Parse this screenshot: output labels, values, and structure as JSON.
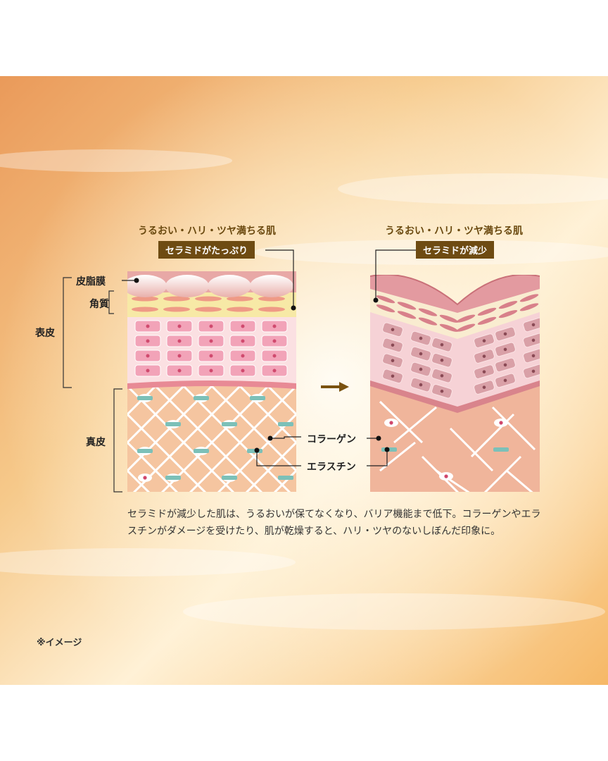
{
  "left_panel": {
    "heading": "うるおい・ハリ・ツヤ満ちる肌",
    "badge": "セラミドがたっぷり"
  },
  "right_panel": {
    "heading": "うるおい・ハリ・ツヤ満ちる肌",
    "badge": "セラミドが減少"
  },
  "labels": {
    "sebum": "皮脂膜",
    "stratum": "角質",
    "epidermis": "表皮",
    "dermis": "真皮",
    "collagen": "コラーゲン",
    "elastin": "エラスチン"
  },
  "caption": "セラミドが減少した肌は、うるおいが保てなくなり、バリア機能まで低下。コラーゲンやエラスチンがダメージを受けたり、肌が乾燥すると、ハリ・ツヤのないしぼんだ印象に。",
  "note": "※イメージ",
  "colors": {
    "badge": "#6e4b12",
    "heading": "#6b4a10",
    "arrow": "#7a5210",
    "elastin": "#7cc0b8",
    "cell": "#f2a3b8"
  }
}
